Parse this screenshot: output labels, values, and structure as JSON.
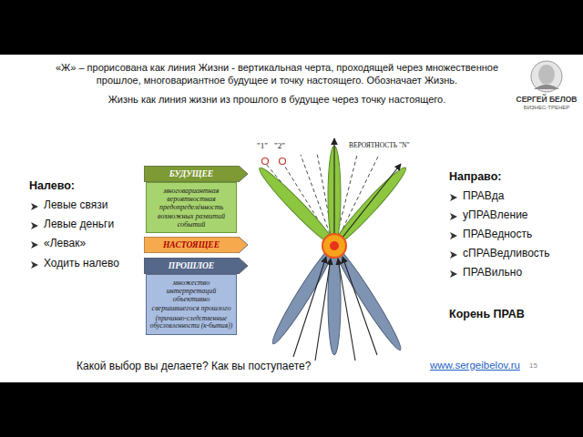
{
  "diagram": {
    "nodes": [
      {
        "text": [
          "БУДУЩЕЕ",
          "многовариантная вероятностная предопределённость возможных развитий событий"
        ]
      },
      {
        "text": [
          "НАСТОЯЩЕЕ"
        ]
      },
      {
        "text": [
          "ПРОШЛОЕ",
          "множество интерпретаций объективно свершившегося прошлого",
          "(причинно-следственные обусловленности (к-бытия))"
        ]
      }
    ],
    "labels": [
      "«Ж» – прорисована как линия Жизни - вертикальная черта, проходящей через множественное прошлое, многовариантное будущее и точку настоящего. Обозначает Жизнь.",
      "Жизнь как линия жизни из прошлого в будущее через точку настоящего.",
      "СЕРГЕЙ БЕЛОВ",
      "БИЗНЕС-ТРЕНЕР",
      "Налево:",
      "Левые связи",
      "Левые деньги",
      "«Левак»",
      "Ходить налево",
      "\"1\"",
      "\"2\"",
      "ВЕРОЯТНОСТЬ \"N\"",
      "Направо:",
      "ПРАВда",
      "уПРАВление",
      "ПРАВедность",
      "сПРАВедливость",
      "ПРАВильно",
      "Корень ПРАВ",
      "Какой выбор вы делаете? Как вы поступаете?",
      "www.sergeibelov.ru",
      "15"
    ]
  }
}
